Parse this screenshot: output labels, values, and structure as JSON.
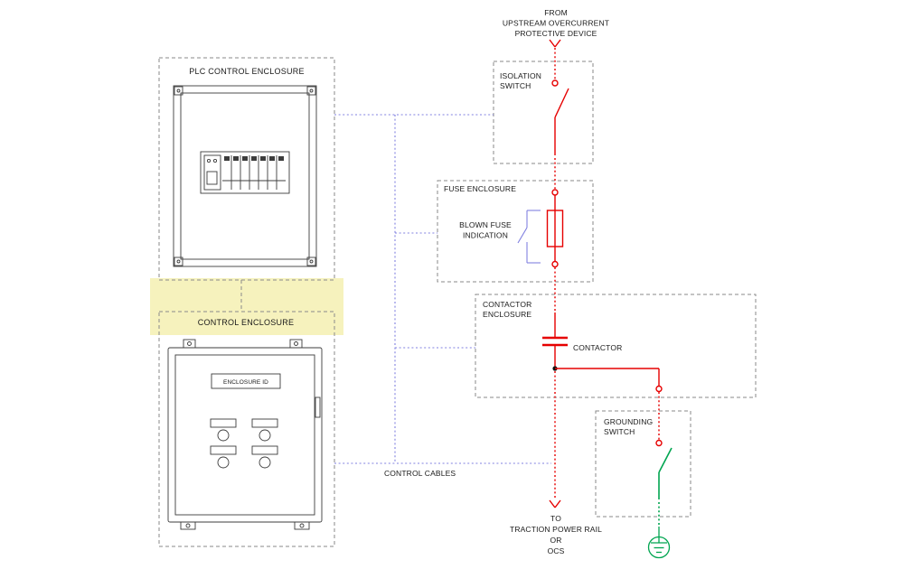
{
  "colors": {
    "power": "#e60000",
    "ground": "#00a550",
    "control": "#8080e0",
    "outline": "#8a8a8a",
    "drawing": "#3c3c3c",
    "highlight": "#f6f2bd",
    "text": "#1a1a1a"
  },
  "left": {
    "plc_enclosure_title": "PLC CONTROL ENCLOSURE",
    "control_enclosure_title": "CONTROL ENCLOSURE",
    "enclosure_id_label": "ENCLOSURE ID"
  },
  "single_line": {
    "source_lines": [
      "FROM",
      "UPSTREAM OVERCURRENT",
      "PROTECTIVE DEVICE"
    ],
    "isolation_switch_lines": [
      "ISOLATION",
      "SWITCH"
    ],
    "fuse_enclosure_title": "FUSE ENCLOSURE",
    "blown_fuse_lines": [
      "BLOWN FUSE",
      "INDICATION"
    ],
    "contactor_enclosure_lines": [
      "CONTACTOR",
      "ENCLOSURE"
    ],
    "contactor_label": "CONTACTOR",
    "grounding_switch_lines": [
      "GROUNDING",
      "SWITCH"
    ],
    "load_lines": [
      "TO",
      "TRACTION POWER RAIL",
      "OR",
      "OCS"
    ],
    "control_cables_label": "CONTROL CABLES"
  }
}
